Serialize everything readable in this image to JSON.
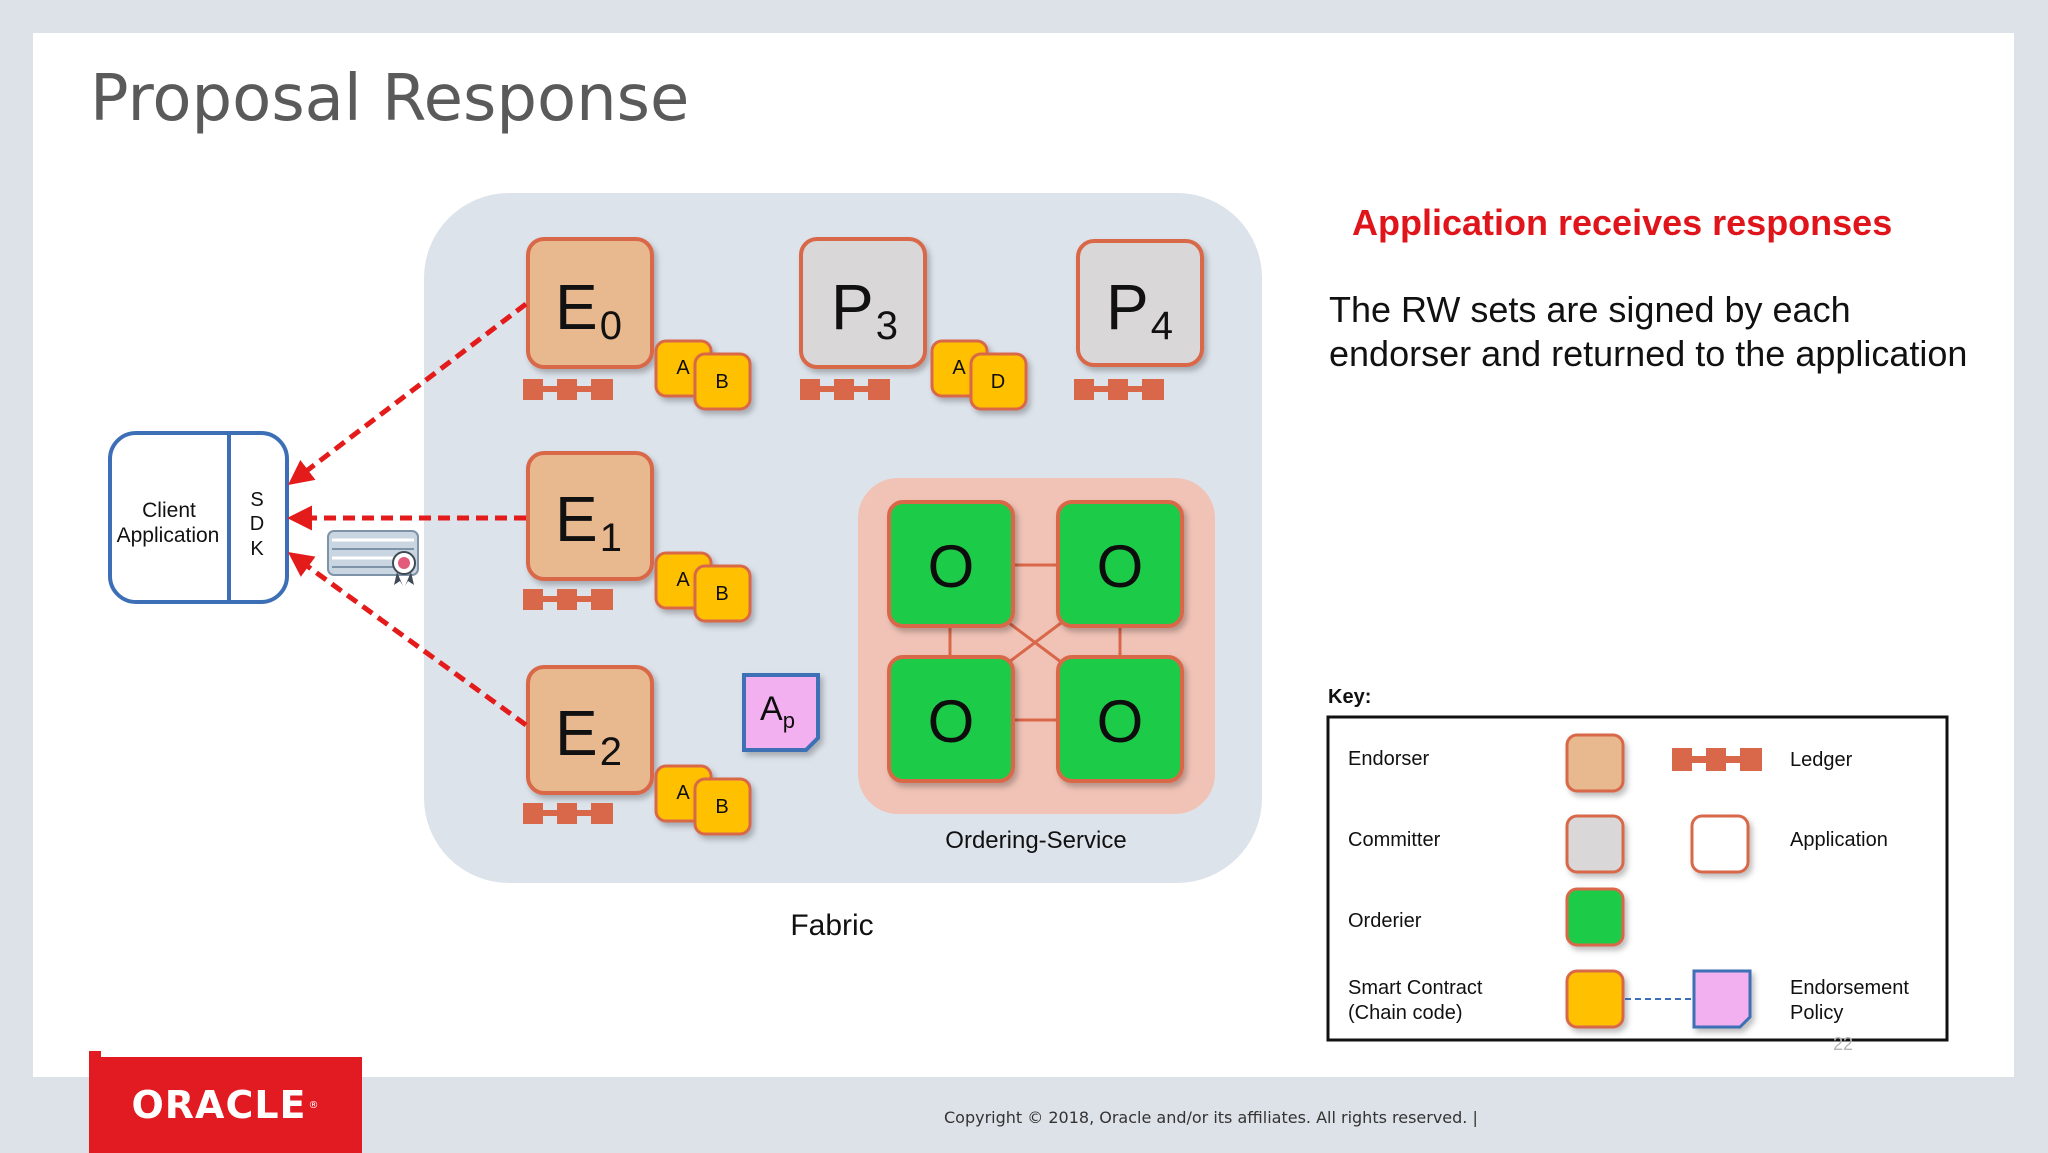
{
  "slide": {
    "title": "Proposal Response",
    "headline": "Application receives responses",
    "description_lines": [
      "The RW sets are signed by each",
      "endorser and returned to the application"
    ],
    "page_number": "22",
    "footer": "Copyright © 2018, Oracle and/or its affiliates. All rights reserved.  |",
    "logo": "ORACLE",
    "logo_mark": "®"
  },
  "diagram": {
    "fabric_label": "Fabric",
    "ordering_label": "Ordering-Service",
    "client": {
      "label_line1": "Client",
      "label_line2": "Application",
      "sdk": [
        "S",
        "D",
        "K"
      ]
    },
    "nodes": [
      {
        "id": "E0",
        "letter": "E",
        "sub": "0",
        "kind": "endorser",
        "contracts": [
          "A",
          "B"
        ]
      },
      {
        "id": "P3",
        "letter": "P",
        "sub": "3",
        "kind": "committer",
        "contracts": [
          "A",
          "D"
        ]
      },
      {
        "id": "P4",
        "letter": "P",
        "sub": "4",
        "kind": "committer",
        "contracts": []
      },
      {
        "id": "E1",
        "letter": "E",
        "sub": "1",
        "kind": "endorser",
        "contracts": [
          "A",
          "B"
        ]
      },
      {
        "id": "E2",
        "letter": "E",
        "sub": "2",
        "kind": "endorser",
        "contracts": [
          "A",
          "B"
        ]
      }
    ],
    "policy": {
      "letter": "A",
      "sub": "p"
    },
    "orderers": [
      "O",
      "O",
      "O",
      "O"
    ],
    "key": {
      "title": "Key:",
      "endorser": "Endorser",
      "committer": "Committer",
      "orderer": "Orderier",
      "smart_contract_1": "Smart Contract",
      "smart_contract_2": "(Chain code)",
      "ledger": "Ledger",
      "application": "Application",
      "policy_1": "Endorsement",
      "policy_2": "Policy"
    },
    "colors": {
      "endorser": "#e8b88e",
      "committer": "#d9d7d7",
      "orderer": "#1fcc4a",
      "contract": "#ffc000",
      "policy": "#f2b0f0",
      "node_border": "#d9674a",
      "fabric_bg": "#dde3eb",
      "ordering_bg": "#f1c3b6",
      "arrow": "#e31b1b",
      "client_border": "#3c6fb5"
    }
  }
}
